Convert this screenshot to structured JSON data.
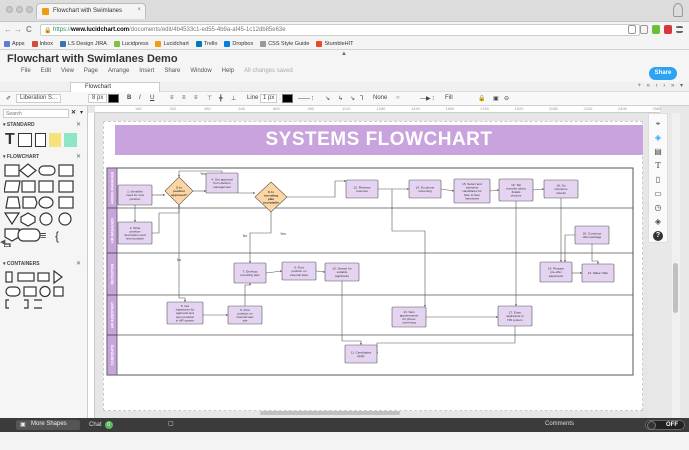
{
  "browser": {
    "tab_title": "Flowchart with Swimlanes",
    "tab_close": "×",
    "nav": {
      "back": "←",
      "forward": "→",
      "reload": "C"
    },
    "url_scheme": "https://",
    "url_host": "www.lucidchart.com",
    "url_path": "/documents/edit/4b4533c1-ed55-4b9a-af45-1c12db85e63e",
    "bookmarks": [
      {
        "label": "Apps",
        "color": "#5b7bd5"
      },
      {
        "label": "Inbox",
        "color": "#d54b3d"
      },
      {
        "label": "LS Design JIRA",
        "color": "#3b73b9"
      },
      {
        "label": "Lucidpress",
        "color": "#7dc242"
      },
      {
        "label": "Lucidchart",
        "color": "#f39c12"
      },
      {
        "label": "Trello",
        "color": "#0079bf"
      },
      {
        "label": "Dropbox",
        "color": "#007ee5"
      },
      {
        "label": "CSS Style Guide",
        "color": "#999999"
      },
      {
        "label": "StumbleHIT",
        "color": "#eb4924"
      }
    ]
  },
  "app": {
    "doc_title": "Flowchart with Swimlanes Demo",
    "menu": [
      "File",
      "Edit",
      "View",
      "Page",
      "Arrange",
      "Insert",
      "Share",
      "Window",
      "Help"
    ],
    "saved_status": "All changes saved",
    "share_label": "Share",
    "page_tab": "Flowchart",
    "page_nav": "+ « ‹ › » ▾"
  },
  "toolbar": {
    "font": "Liberation S...",
    "font_size": "8 px",
    "bold": "B",
    "italic": "I",
    "underline": "U",
    "line_label": "Line",
    "line_size": "1 px",
    "none_label": "None",
    "fill_label": "Fill",
    "stroke_color": "#000000"
  },
  "left_panel": {
    "search_placeholder": "Search",
    "sections": [
      "STANDARD",
      "FLOWCHART",
      "CONTAINERS"
    ]
  },
  "ruler": [
    "180",
    "320",
    "480",
    "640",
    "800",
    "960",
    "1120",
    "1280",
    "1440",
    "1600",
    "1760",
    "1920",
    "2080",
    "2240",
    "2400",
    "2560"
  ],
  "canvas": {
    "banner_title": "SYSTEMS FLOWCHART",
    "banner_color": "#c9a3de",
    "lane_color": "#c9a3de",
    "lanes": [
      {
        "label": "HIRING MANAGER"
      },
      {
        "label": "HR MANAGER"
      },
      {
        "label": "RECRUITER"
      },
      {
        "label": "HR ASSISTANT"
      },
      {
        "label": "CANDIDATE"
      }
    ],
    "connector_yes": "Yes",
    "connector_no": "No",
    "nodes": [
      {
        "id": "n1",
        "text": "1. Identifies need for new position",
        "kind": "process"
      },
      {
        "id": "n2",
        "text": "2. Write position description and level position",
        "kind": "process"
      },
      {
        "id": "n3",
        "text": "3. Is position approved?",
        "kind": "decision"
      },
      {
        "id": "n4",
        "text": "4. Get approval from division management",
        "kind": "process"
      },
      {
        "id": "n5",
        "text": "5. Get signatures for approval and open position in HR system",
        "kind": "process"
      },
      {
        "id": "n6",
        "text": "6. Post position on internal web site",
        "kind": "process"
      },
      {
        "id": "n7",
        "text": "7. Develop recruiting plan",
        "kind": "process"
      },
      {
        "id": "n8",
        "text": "8. Is recruiting plan acceptable",
        "kind": "decision"
      },
      {
        "id": "n9",
        "text": "9. Post position on external sites",
        "kind": "process"
      },
      {
        "id": "n10",
        "text": "10. Search for suitable applicants",
        "kind": "process"
      },
      {
        "id": "n11",
        "text": "11. Candidates apply",
        "kind": "process"
      },
      {
        "id": "n12",
        "text": "12. Reviews resumes",
        "kind": "process"
      },
      {
        "id": "n13",
        "text": "13. Sets appointments for phone screening",
        "kind": "process"
      },
      {
        "id": "n14",
        "text": "14. Do phone screening",
        "kind": "process"
      },
      {
        "id": "n15",
        "text": "15. Select and interview candidates for face to face interviews",
        "kind": "process"
      },
      {
        "id": "n16",
        "text": "16. Tell recruiter about finalist choices",
        "kind": "process"
      },
      {
        "id": "n17",
        "text": "17. Enter applicants in HR system",
        "kind": "process"
      },
      {
        "id": "n18",
        "text": "18. Do reference checks",
        "kind": "process"
      },
      {
        "id": "n19",
        "text": "19. Prepare pre-offer paperwork",
        "kind": "process"
      },
      {
        "id": "n20",
        "text": "20. Construct offer package",
        "kind": "process"
      },
      {
        "id": "n21",
        "text": "21. Make Offer",
        "kind": "process"
      }
    ],
    "process_fill": "#e4d4f2",
    "decision_fill": "#fbd6a3"
  },
  "right_tools": [
    "cursor-icon",
    "fill-icon",
    "image-icon",
    "text-icon",
    "page-icon",
    "comment-icon",
    "history-icon",
    "layers-icon",
    "help-icon"
  ],
  "bottom": {
    "more_shapes": "More Shapes",
    "chat": "Chat",
    "chat_count": "0",
    "comments": "Comments",
    "toggle": "OFF"
  }
}
